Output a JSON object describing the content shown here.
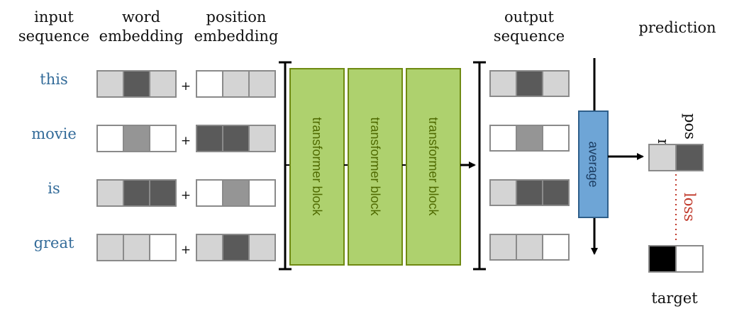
{
  "headers": {
    "input": [
      "input",
      "sequence"
    ],
    "word": [
      "word",
      "embedding"
    ],
    "position": [
      "position",
      "embedding"
    ],
    "output": [
      "output",
      "sequence"
    ],
    "prediction": "prediction",
    "target": "target"
  },
  "tokens": [
    "this",
    "movie",
    "is",
    "great"
  ],
  "plus": "+",
  "word_embeddings": [
    [
      "light",
      "dark",
      "light"
    ],
    [
      "white",
      "mid",
      "white"
    ],
    [
      "light",
      "dark",
      "dark"
    ],
    [
      "light",
      "light",
      "white"
    ]
  ],
  "position_embeddings": [
    [
      "white",
      "light",
      "light"
    ],
    [
      "dark",
      "dark",
      "light"
    ],
    [
      "white",
      "mid",
      "white"
    ],
    [
      "light",
      "dark",
      "light"
    ]
  ],
  "output_embeddings": [
    [
      "light",
      "dark",
      "light"
    ],
    [
      "white",
      "mid",
      "white"
    ],
    [
      "light",
      "dark",
      "dark"
    ],
    [
      "light",
      "light",
      "white"
    ]
  ],
  "transformer_blocks": [
    "transformer block",
    "transformer block",
    "transformer block"
  ],
  "average_label": "average",
  "classes": [
    "neg",
    "pos"
  ],
  "prediction_cells": [
    "light",
    "dark"
  ],
  "target_cells": [
    "black",
    "white"
  ],
  "loss_label": "loss",
  "colors": {
    "white": "#ffffff",
    "light": "#d4d4d4",
    "mid": "#959595",
    "dark": "#5a5a5a",
    "black": "#000000",
    "cell_border": "#8a8a8a",
    "token_text": "#336b99",
    "block_fill": "#aed16e",
    "block_border": "#6f8a12",
    "average_fill": "#6ea5d6",
    "average_border": "#2f5f8a",
    "loss_text": "#c0392b"
  }
}
